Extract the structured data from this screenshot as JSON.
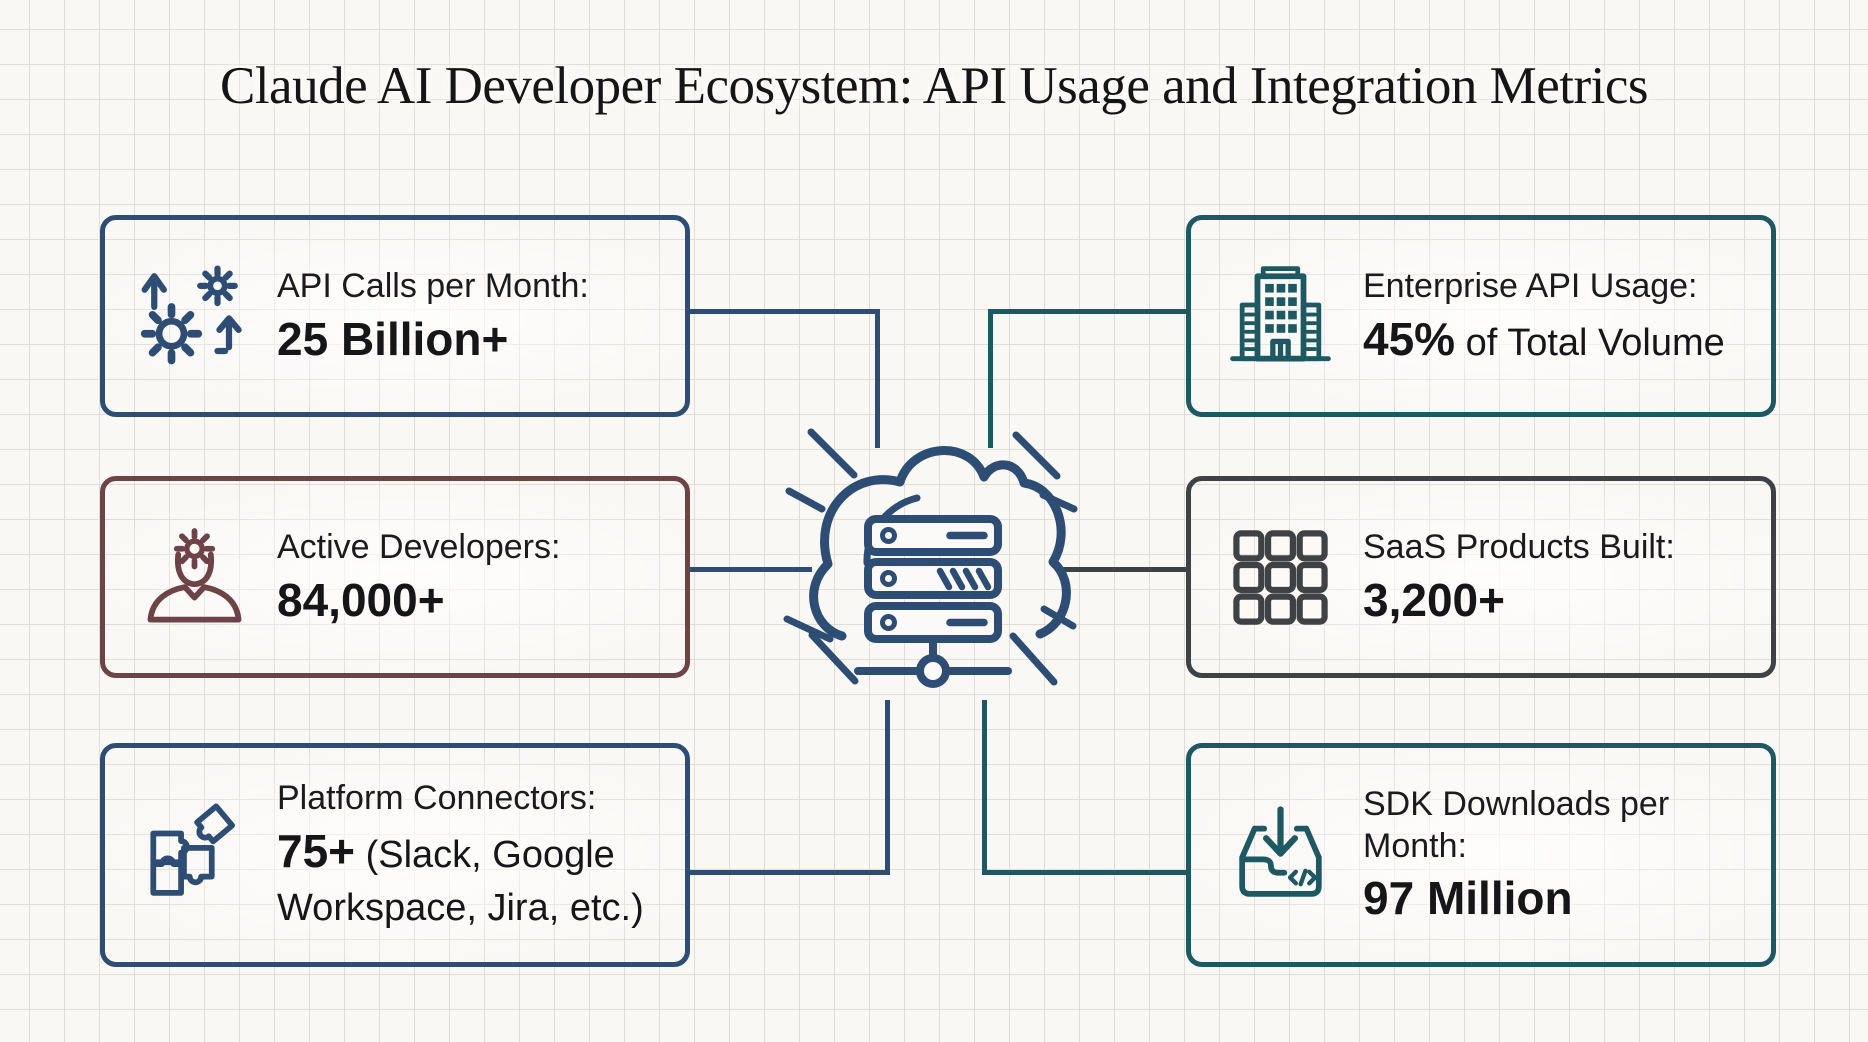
{
  "canvas": {
    "background": "#faf8f5",
    "grid_line": "#e0ddd8",
    "title_color": "#151515",
    "text_color": "#1b1b1d"
  },
  "title": "Claude AI Developer Ecosystem: API Usage and Integration Metrics",
  "center_hub": {
    "icon": "cloud-server-icon",
    "color": "#2e4d74"
  },
  "boxes": [
    {
      "key": "api-calls",
      "label": "API Calls per Month:",
      "value": "25 Billion+",
      "value_note": "",
      "icon": "gears-growth-icon",
      "color": "#2e4d74",
      "connector_color": "#2e4d74"
    },
    {
      "key": "active-developers",
      "label": "Active Developers:",
      "value": "84,000+",
      "value_note": "",
      "icon": "developer-gear-icon",
      "color": "#6e4348",
      "connector_color": "#2e4d74"
    },
    {
      "key": "platform-connectors",
      "label": "Platform Connectors:",
      "value": "75+",
      "value_note": " (Slack, Google Workspace, Jira, etc.)",
      "icon": "puzzle-pieces-icon",
      "color": "#2e4d74",
      "connector_color": "#2e4d74"
    },
    {
      "key": "enterprise-usage",
      "label": "Enterprise API Usage:",
      "value": "45%",
      "value_note": " of Total Volume",
      "icon": "office-building-icon",
      "color": "#1e5862",
      "connector_color": "#1e5862"
    },
    {
      "key": "saas-products",
      "label": "SaaS Products Built:",
      "value": "3,200+",
      "value_note": "",
      "icon": "grid-apps-icon",
      "color": "#3f4245",
      "connector_color": "#3f4245"
    },
    {
      "key": "sdk-downloads",
      "label": "SDK Downloads per\nMonth:",
      "value": "97 Million",
      "value_note": "",
      "icon": "sdk-download-icon",
      "color": "#1e5862",
      "connector_color": "#1e5862"
    }
  ]
}
